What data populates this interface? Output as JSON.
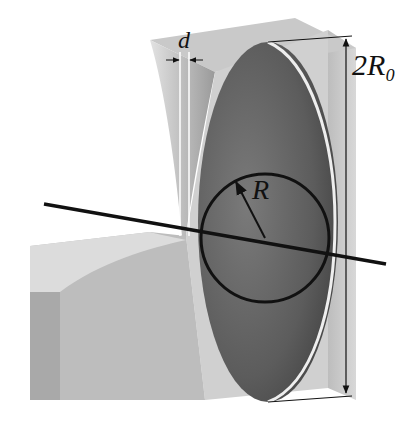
{
  "diagram": {
    "labels": [
      "d",
      "R",
      "2R₀"
    ]
  }
}
